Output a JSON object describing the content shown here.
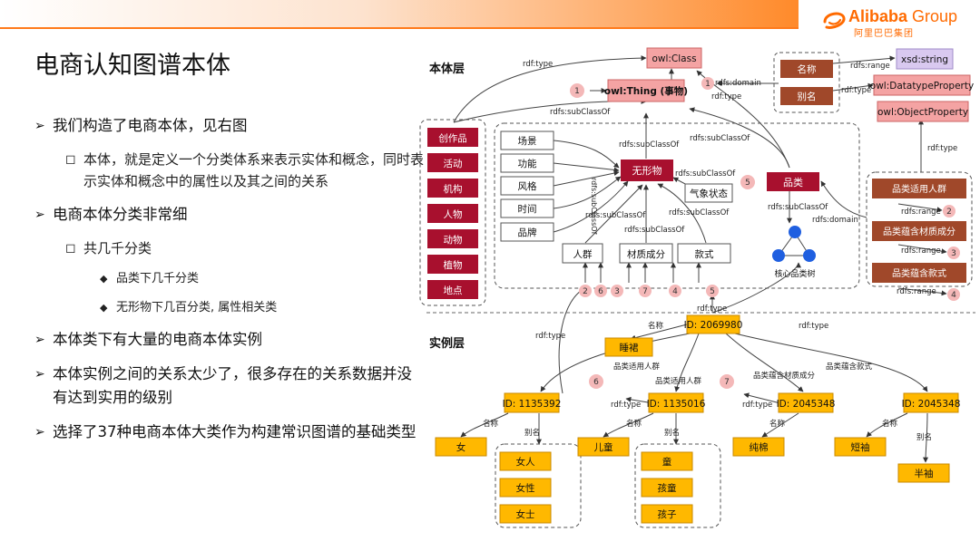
{
  "logo": {
    "word_main": "Alibaba",
    "word_group": "Group",
    "sub": "阿里巴巴集团"
  },
  "slide": {
    "title": "电商认知图谱本体",
    "bullets": [
      {
        "level": 1,
        "text": "我们构造了电商本体，见右图"
      },
      {
        "level": 2,
        "text": "本体，就是定义一个分类体系来表示实体和概念，同时表示实体和概念中的属性以及其之间的关系"
      },
      {
        "level": 1,
        "text": "电商本体分类非常细"
      },
      {
        "level": 2,
        "text": "共几千分类"
      },
      {
        "level": 3,
        "text": "品类下几千分类"
      },
      {
        "level": 3,
        "text": "无形物下几百分类, 属性相关类"
      },
      {
        "level": 1,
        "text": "本体类下有大量的电商本体实例"
      },
      {
        "level": 1,
        "text": "本体实例之间的关系太少了，很多存在的关系数据并没有达到实用的级别"
      },
      {
        "level": 1,
        "text": "选择了37种电商本体大类作为构建常识图谱的基础类型"
      }
    ]
  },
  "diagram": {
    "layers": {
      "ontology": "本体层",
      "instance": "实例层"
    },
    "owl": {
      "owl_class": "owl:Class",
      "owl_thing": "owl:Thing (事物)",
      "xsd_string": "xsd:string",
      "datatype_property": "owl:DatatypeProperty",
      "object_property": "owl:ObjectProperty"
    },
    "left_classes": [
      "创作品",
      "活动",
      "机构",
      "人物",
      "动物",
      "植物",
      "地点"
    ],
    "attr_names": [
      "名称",
      "别名"
    ],
    "intangible": "无形物",
    "intangible_subs": [
      "场景",
      "功能",
      "风格",
      "时间",
      "品牌"
    ],
    "weather": "气象状态",
    "category": "品类",
    "core_tree": "核心品类树",
    "mid_classes": [
      "人群",
      "材质成分",
      "款式"
    ],
    "properties": [
      "品类适用人群",
      "品类蕴含材质成分",
      "品类蕴含款式"
    ],
    "edges": {
      "rdf_type": "rdf:type",
      "subclassof": "rdfs:subClassOf",
      "range": "rdfs:range",
      "domain": "rdfs:domain",
      "mingcheng": "名称",
      "bieming": "别名",
      "p_crowd": "品类适用人群",
      "p_material": "品类蕴含材质成分",
      "p_style": "品类蕴含款式"
    },
    "numbers": [
      "1",
      "2",
      "3",
      "4",
      "5",
      "6",
      "7"
    ],
    "instances": {
      "main": {
        "id": "ID: 2069980",
        "name": "睡裙"
      },
      "i1": {
        "id": "ID: 1135392",
        "name": "女",
        "aliases": [
          "女人",
          "女性",
          "女士"
        ]
      },
      "i2": {
        "id": "ID: 1135016",
        "name": "儿童",
        "aliases": [
          "童",
          "孩童",
          "孩子"
        ]
      },
      "i3": {
        "id": "ID: 2045348",
        "name": "纯棉"
      },
      "i4": {
        "id": "ID: 2045348",
        "name": "短袖",
        "alias": "半袖"
      }
    },
    "colors": {
      "darkred": "#a8102e",
      "pinkred": "#f4a3a3",
      "brown": "#a0482a",
      "lavender": "#d9c9f0",
      "orange": "#ffb800",
      "blue": "#1f5fe0"
    }
  }
}
